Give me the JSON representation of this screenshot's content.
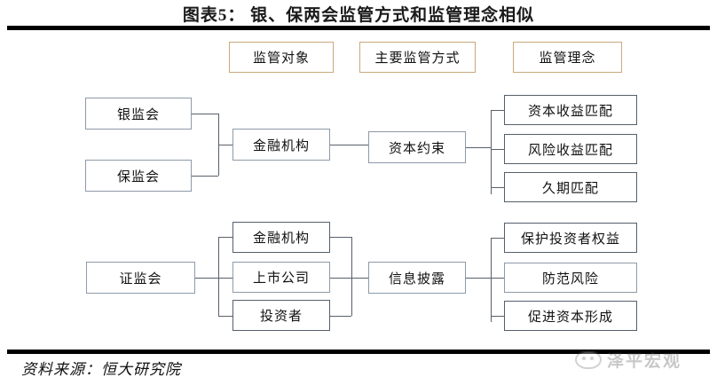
{
  "header": {
    "title": "图表5： 银、保两会监管方式和监管理念相似"
  },
  "column_headers": [
    {
      "label": "监管对象"
    },
    {
      "label": "主要监管方式"
    },
    {
      "label": "监管理念"
    }
  ],
  "diagram": {
    "upper": {
      "regulators": [
        {
          "label": "银监会"
        },
        {
          "label": "保监会"
        }
      ],
      "objects": [
        {
          "label": "金融机构"
        }
      ],
      "method": {
        "label": "资本约束"
      },
      "concepts": [
        {
          "label": "资本收益匹配"
        },
        {
          "label": "风险收益匹配"
        },
        {
          "label": "久期匹配"
        }
      ]
    },
    "lower": {
      "regulators": [
        {
          "label": "证监会"
        }
      ],
      "objects": [
        {
          "label": "金融机构"
        },
        {
          "label": "上市公司"
        },
        {
          "label": "投资者"
        }
      ],
      "method": {
        "label": "信息披露"
      },
      "concepts": [
        {
          "label": "保护投资者权益"
        },
        {
          "label": "防范风险"
        },
        {
          "label": "促进资本形成"
        }
      ]
    }
  },
  "footer": {
    "source": "资料来源：恒大研究院",
    "watermark": "泽平宏观"
  },
  "colors": {
    "rule": "#000000",
    "box_border": "#8d9aa8",
    "header_box_border": "#c9a97c",
    "connector": "#58606b",
    "text": "#111111"
  }
}
